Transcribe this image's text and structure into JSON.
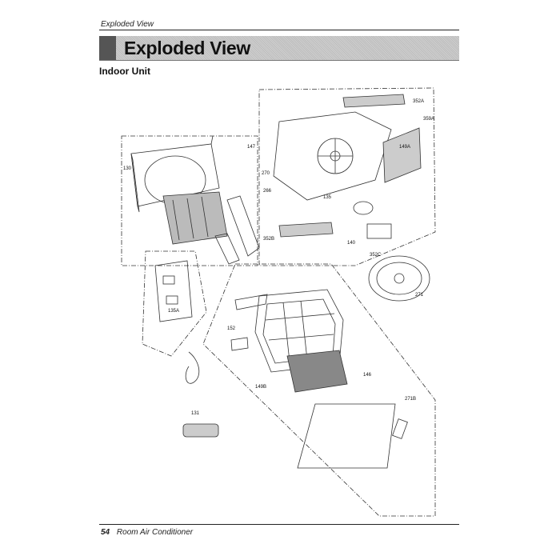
{
  "header": {
    "running_title": "Exploded View",
    "title": "Exploded View"
  },
  "section": {
    "title": "Indoor Unit"
  },
  "footer": {
    "page_number": "54",
    "product_name": "Room Air Conditioner"
  },
  "colors": {
    "title_bar_accent": "#555555",
    "title_bar_bg": "#c6c6c6"
  },
  "diagram": {
    "callouts": [
      "352A",
      "359A",
      "149A",
      "130",
      "147",
      "270",
      "266",
      "135",
      "352B",
      "140",
      "352C",
      "271",
      "135A",
      "152",
      "146",
      "149B",
      "131",
      "271B"
    ]
  }
}
